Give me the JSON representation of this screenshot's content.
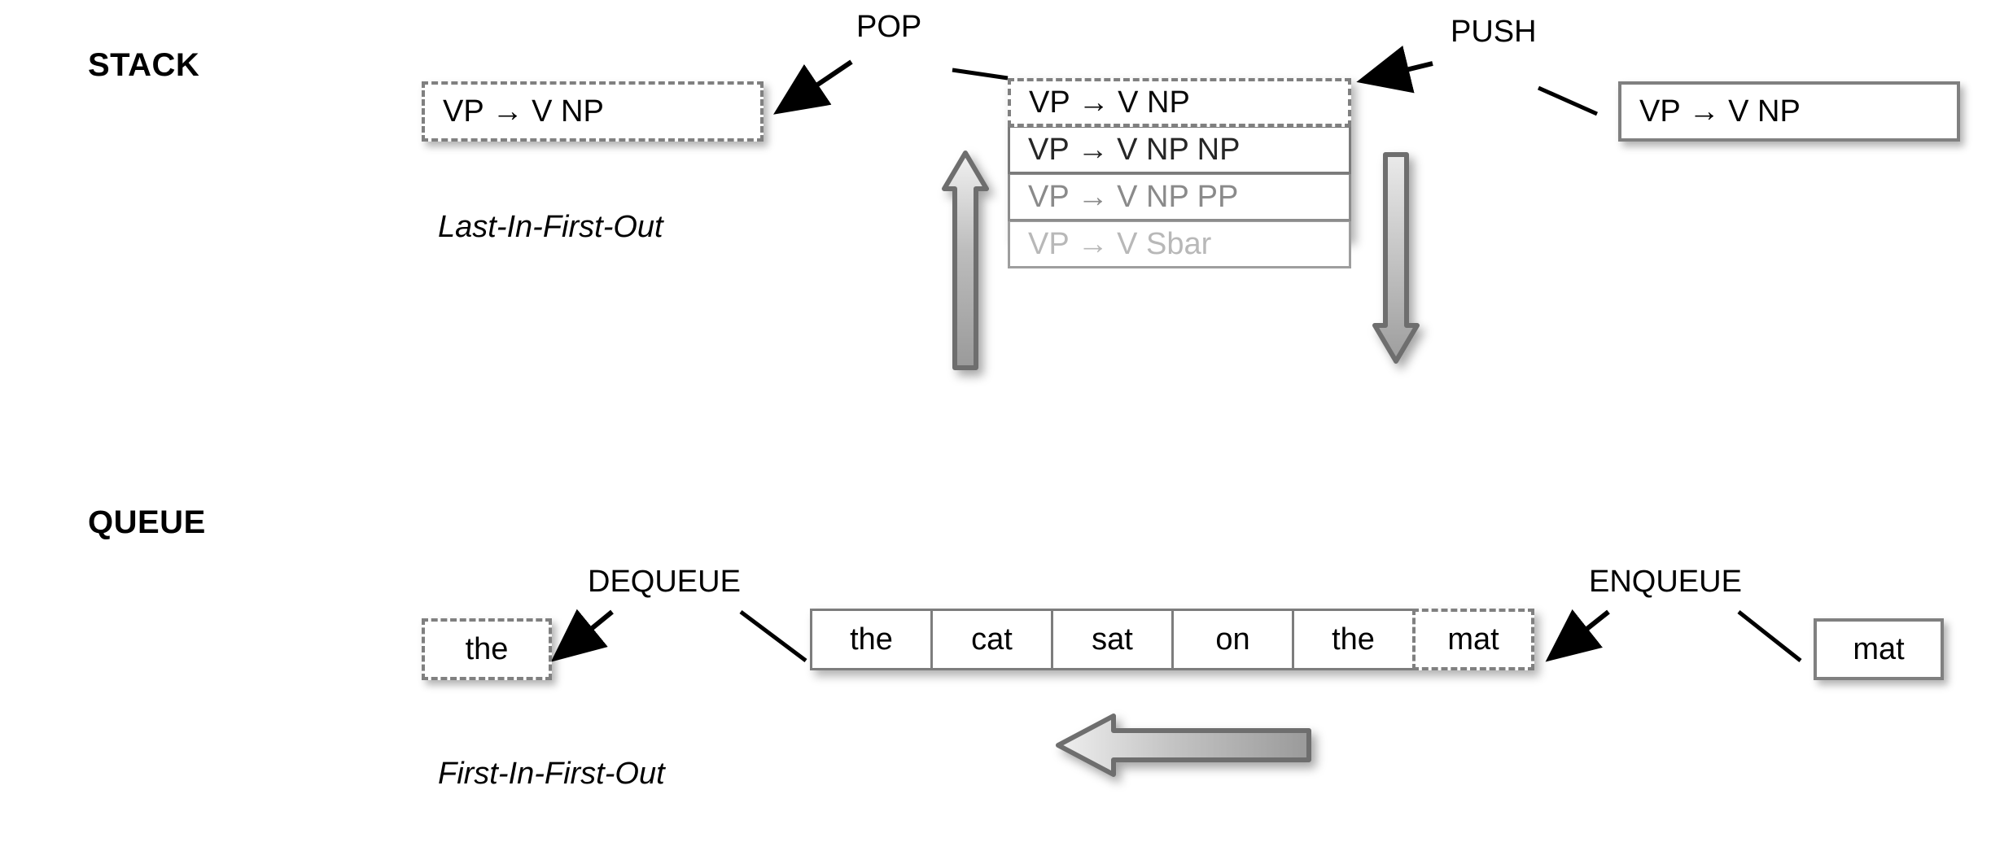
{
  "diagram": {
    "title_stack": "STACK",
    "title_queue": "QUEUE",
    "caption_stack": "Last-In-First-Out",
    "caption_queue": "First-In-First-Out"
  },
  "stack": {
    "pop_label": "POP",
    "push_label": "PUSH",
    "popped_item": "VP → V NP",
    "pushed_item": "VP → V NP",
    "rows": [
      {
        "text": "VP → V NP",
        "style": "dashed",
        "shade": "#0a0a0a"
      },
      {
        "text": "VP → V NP NP",
        "style": "solid",
        "shade": "#262626"
      },
      {
        "text": "VP → V NP PP",
        "style": "solid",
        "shade": "#8a8a8a"
      },
      {
        "text": "VP → V Sbar",
        "style": "solid",
        "shade": "#b8b8b8"
      }
    ],
    "up_arrow_name": "pop-direction-arrow",
    "down_arrow_name": "push-direction-arrow"
  },
  "queue": {
    "dequeue_label": "DEQUEUE",
    "enqueue_label": "ENQUEUE",
    "dequeued_item": "the",
    "enqueued_item": "mat",
    "cells": [
      {
        "text": "the",
        "style": "solid"
      },
      {
        "text": "cat",
        "style": "solid"
      },
      {
        "text": "sat",
        "style": "solid"
      },
      {
        "text": "on",
        "style": "solid"
      },
      {
        "text": "the",
        "style": "solid"
      },
      {
        "text": "mat",
        "style": "dashed"
      }
    ],
    "flow_arrow_name": "queue-flow-arrow-left"
  },
  "colors": {
    "border_gray": "#808080",
    "text_black": "#000000",
    "arrow_fill_light": "#f0f0f0",
    "arrow_fill_dark": "#9a9a9a",
    "arrow_stroke": "#6e6e6e"
  }
}
